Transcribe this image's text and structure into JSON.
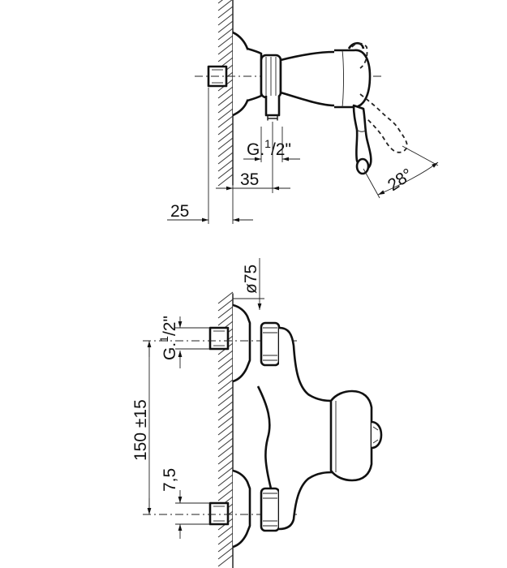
{
  "top_view": {
    "dim_thread": "G.",
    "dim_thread_frac_num": "1",
    "dim_thread_frac_rest": "/2\"",
    "dim_35": "35",
    "dim_25": "25",
    "dim_angle": "28°"
  },
  "front_view": {
    "dim_diameter": "ø75",
    "dim_thread": "G.",
    "dim_thread_frac_num": "1",
    "dim_thread_frac_rest": "/2\"",
    "dim_150": "150 ±15",
    "dim_7_5": "7,5"
  }
}
